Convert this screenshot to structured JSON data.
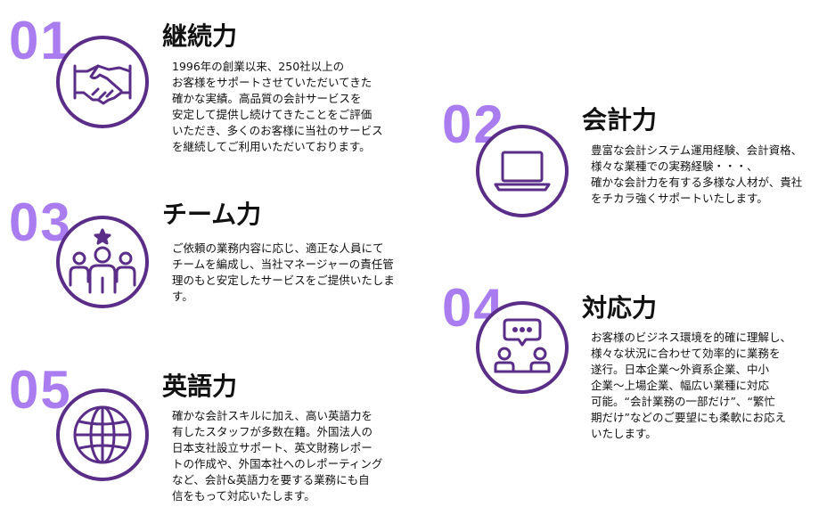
{
  "accent_color": "#a97df0",
  "icon_color": "#5a2d88",
  "features": [
    {
      "number": "01",
      "title": "継続力",
      "icon": "handshake-icon",
      "description": "1996年の創業以来、250社以上の\nお客様をサポートさせていただいてきた\n確かな実績。高品質の会計サービスを\n安定して提供し続けてきたことをご評価\nいただき、多くのお客様に当社のサービス\nを継続してご利用いただいております。"
    },
    {
      "number": "02",
      "title": "会計力",
      "icon": "laptop-icon",
      "description": "豊富な会計システム運用経験、会計資格、\n様々な業種での実務経験・・・、\n確かな会計力を有する多様な人材が、貴社\nをチカラ強くサポートいたします。"
    },
    {
      "number": "03",
      "title": "チーム力",
      "icon": "team-icon",
      "description": "ご依頼の業務内容に応じ、適正な人員にて\nチームを編成し、当社マネージャーの責任管\n理のもと安定したサービスをご提供いたします。"
    },
    {
      "number": "04",
      "title": "対応力",
      "icon": "consultation-icon",
      "description": "お客様のビジネス環境を的確に理解し、\n様々な状況に合わせて効率的に業務を\n遂行。日本企業～外資系企業、中小\n企業～上場企業、幅広い業種に対応\n可能。“会計業務の一部だけ”、“繁忙\n期だけ”などのご要望にも柔軟にお応え\nいたします。"
    },
    {
      "number": "05",
      "title": "英語力",
      "icon": "globe-icon",
      "description": "確かな会計スキルに加え、高い英語力を\n有したスタッフが多数在籍。外国法人の\n日本支社設立サポート、英文財務レポー\nトの作成や、外国本社へのレポーティング\nなど、会計&英語力を要する業務にも自\n信をもって対応いたします。"
    }
  ]
}
